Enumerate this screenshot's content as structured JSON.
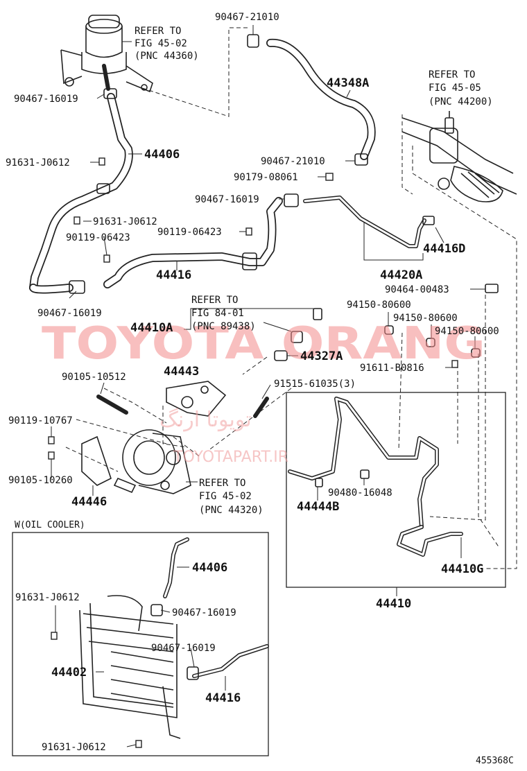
{
  "watermark": {
    "brand": "TOYOTA ORANG",
    "site": "TOYOTAPART.IR",
    "persian": "تویوتا ارنگ"
  },
  "figure_id": "455368C",
  "inset": {
    "title": "W(OIL COOLER)"
  },
  "labels": {
    "refer_top_1": "REFER TO",
    "refer_top_2": "FIG 45-02",
    "refer_top_3": "(PNC 44360)",
    "p90467_21010_top": "90467-21010",
    "p44348A": "44348A",
    "refer_r_1": "REFER TO",
    "refer_r_2": "FIG 45-05",
    "refer_r_3": "(PNC 44200)",
    "p90467_16019_a": "90467-16019",
    "p44406": "44406",
    "p91631_J0612_a": "91631-J0612",
    "p90467_21010_mid": "90467-21010",
    "p90179_08061": "90179-08061",
    "p90467_16019_b": "90467-16019",
    "p91631_J0612_b": "91631-J0612",
    "p90119_06423_a": "90119-06423",
    "p90119_06423_b": "90119-06423",
    "p44416": "44416",
    "p44416D": "44416D",
    "p44420A": "44420A",
    "p90464_00483": "90464-00483",
    "p90467_16019_c": "90467-16019",
    "refer_c_1": "REFER TO",
    "refer_c_2": "FIG 84-01",
    "refer_c_3": "(PNC 89438)",
    "p44410A": "44410A",
    "p94150_80600_a": "94150-80600",
    "p94150_80600_b": "94150-80600",
    "p94150_80600_c": "94150-80600",
    "p44327A": "44327A",
    "p91611_B0816": "91611-B0816",
    "p90105_10512": "90105-10512",
    "p44443": "44443",
    "p91515_61035": "91515-61035(3)",
    "p90119_10767": "90119-10767",
    "p90105_10260": "90105-10260",
    "p44446": "44446",
    "refer_p_1": "REFER TO",
    "refer_p_2": "FIG 45-02",
    "refer_p_3": "(PNC 44320)",
    "p90480_16048": "90480-16048",
    "p44444B": "44444B",
    "p44410G": "44410G",
    "p44410": "44410",
    "i44406": "44406",
    "i91631_J0612_a": "91631-J0612",
    "i90467_16019_a": "90467-16019",
    "i90467_16019_b": "90467-16019",
    "i44402": "44402",
    "i44416": "44416",
    "i91631_J0612_b": "91631-J0612"
  }
}
